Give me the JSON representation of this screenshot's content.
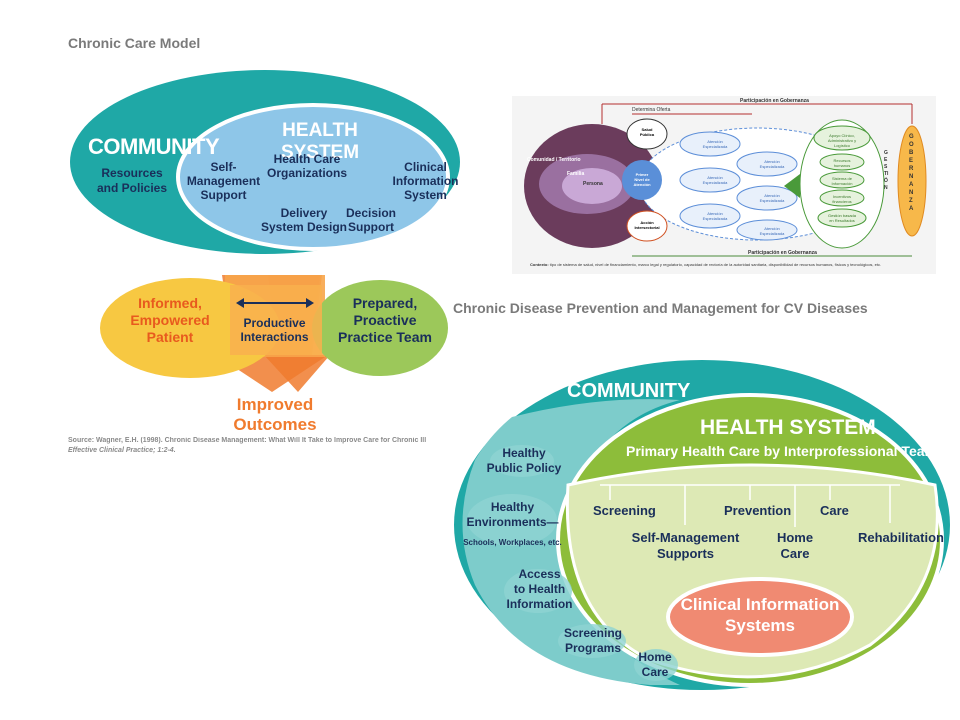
{
  "ccm": {
    "title": "Chronic Care Model",
    "community": "COMMUNITY",
    "resources": "Resources\nand Policies",
    "health_system": "HEALTH SYSTEM",
    "self_mgmt": "Self-\nManagement\nSupport",
    "hco": "Health Care\nOrganizations",
    "cis": "Clinical\nInformation\nSystem",
    "delivery": "Delivery\nSystem Design",
    "decision": "Decision\nSupport",
    "informed": "Informed,\nEmpowered\nPatient",
    "productive": "Productive\nInteractions",
    "prepared": "Prepared,\nProactive\nPractice Team",
    "outcomes": "Improved Outcomes",
    "source_1": "Source: Wagner, E.H. (1998). Chronic Disease Management: What Will It Take to Improve Care for Chronic Ill",
    "source_2": "Effective Clinical Practice; 1:2-4.",
    "colors": {
      "community": "#1fa8a6",
      "health": "#8ec6e8",
      "patient": "#f7c842",
      "team": "#9cc85a",
      "outcome": "#f07b2e"
    }
  },
  "gov": {
    "participacion_top": "Participación en Gobernanza",
    "participacion_bottom": "Participación en Gobernanza",
    "determina": "Determina Oferta",
    "comunidad": "Comunidad / Territorio",
    "familia": "Familia",
    "persona": "Persona",
    "salud_publica": "Salud\nPública",
    "primer_nivel": "Primer\nNivel de\nAtención",
    "accion": "Acción\nIntersectorial",
    "atencion": [
      "Atención\nEspecializada",
      "Atención\nEspecializada",
      "Atención\nEspecializada",
      "Atención\nEspecializada",
      "Atención\nEspecializada",
      "Atención\nEspecializada"
    ],
    "apoyos": [
      "Apoyo Clínico,\nAdministrativo y\nLogístico",
      "Recursos\nhumanos",
      "Sistema de\nInformación",
      "Incentivos\nfinancieros",
      "Gestión basada\nen Resultados"
    ],
    "gestion": "GESTIÓN",
    "gobernanza": "GOBERNANZA",
    "contexto_label": "Contexto:",
    "contexto": "tipo de sistema de salud, nivel de financiamiento, marco legal y regulatorio, capacidad de rectoría de la autoridad sanitaria, disponibilidad de recursos humanos, físicos y tecnológicos, etc."
  },
  "cdpm": {
    "title": "Chronic Disease Prevention and Management for CV Diseases",
    "community": "COMMUNITY",
    "health_system": "HEALTH SYSTEM",
    "primary": "Primary Health Care by Interprofessional Teams",
    "left_items": [
      "Healthy\nPublic Policy",
      "Healthy\nEnvironments—",
      "Schools, Workplaces, etc.",
      "Access\nto Health\nInformation",
      "Screening\nPrograms",
      "Home\nCare"
    ],
    "screening": "Screening",
    "prevention": "Prevention",
    "care": "Care",
    "self_mgmt": "Self-Management\nSupports",
    "home_care": "Home\nCare",
    "rehab": "Rehabilitation",
    "cis": "Clinical Information\nSystems",
    "colors": {
      "community": "#1fa8a6",
      "health": "#8dbd3a",
      "inner": "#dde9b5",
      "cis": "#f08a72"
    }
  }
}
